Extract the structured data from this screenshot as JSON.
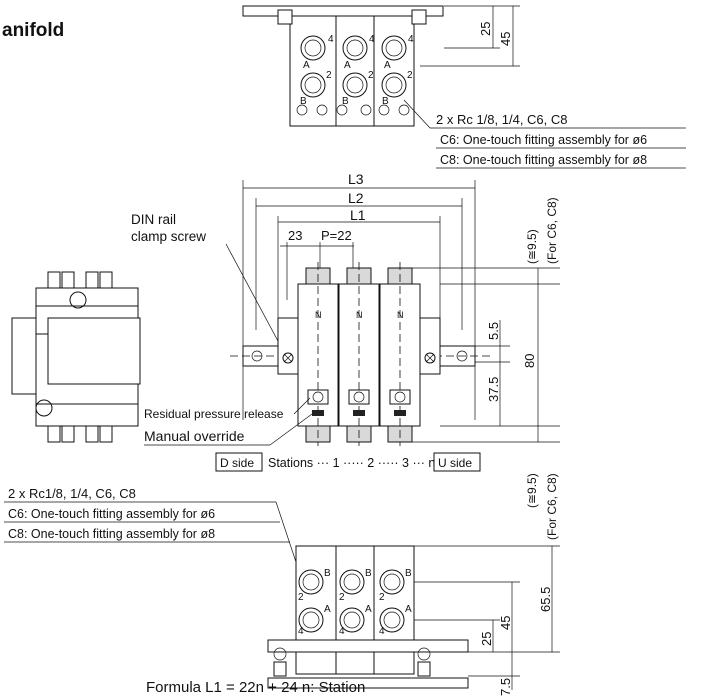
{
  "title_fragment": "anifold",
  "top_view": {
    "dim_25": "25",
    "dim_45": "45",
    "port_labels": [
      "4",
      "4",
      "4",
      "A",
      "A",
      "A",
      "2",
      "2",
      "2",
      "B",
      "B",
      "B"
    ],
    "port_note": "2 x Rc 1/8, 1/4, C6, C8",
    "c6_note": "C6: One-touch fitting assembly for ø6",
    "c8_note": "C8: One-touch fitting assembly for ø8"
  },
  "front_view": {
    "L3": "L3",
    "L2": "L2",
    "L1": "L1",
    "dim_23": "23",
    "pitch": "P=22",
    "din_label_1": "DIN rail",
    "din_label_2": "clamp screw",
    "dim_9_5_top": "(≅9.5)",
    "for_c6_c8_top": "(For C6, C8)",
    "dim_5_5": "5.5",
    "dim_80": "80",
    "dim_37_5": "37.5",
    "residual_label": "Residual pressure release",
    "manual_label": "Manual override",
    "d_side": "D side",
    "stations_text": "Stations ··· 1 ····· 2 ····· 3 ··· n",
    "u_side": "U side",
    "dim_9_5_bottom": "(≅9.5)",
    "for_c6_c8_bottom": "(For C6, C8)",
    "N_marks": [
      "N",
      "N",
      "N"
    ]
  },
  "bottom_view": {
    "port_note": "2 x Rc1/8, 1/4, C6, C8",
    "c6_note": "C6: One-touch fitting assembly for ø6",
    "c8_note": "C8: One-touch fitting assembly for ø8",
    "port_labels": [
      "B",
      "B",
      "B",
      "2",
      "2",
      "2",
      "A",
      "A",
      "A",
      "4",
      "4",
      "4"
    ],
    "dim_65_5": "65.5",
    "dim_45": "45",
    "dim_25": "25",
    "dim_7_5": "7.5"
  },
  "formula": "Formula L1 = 22n + 24  n: Station"
}
